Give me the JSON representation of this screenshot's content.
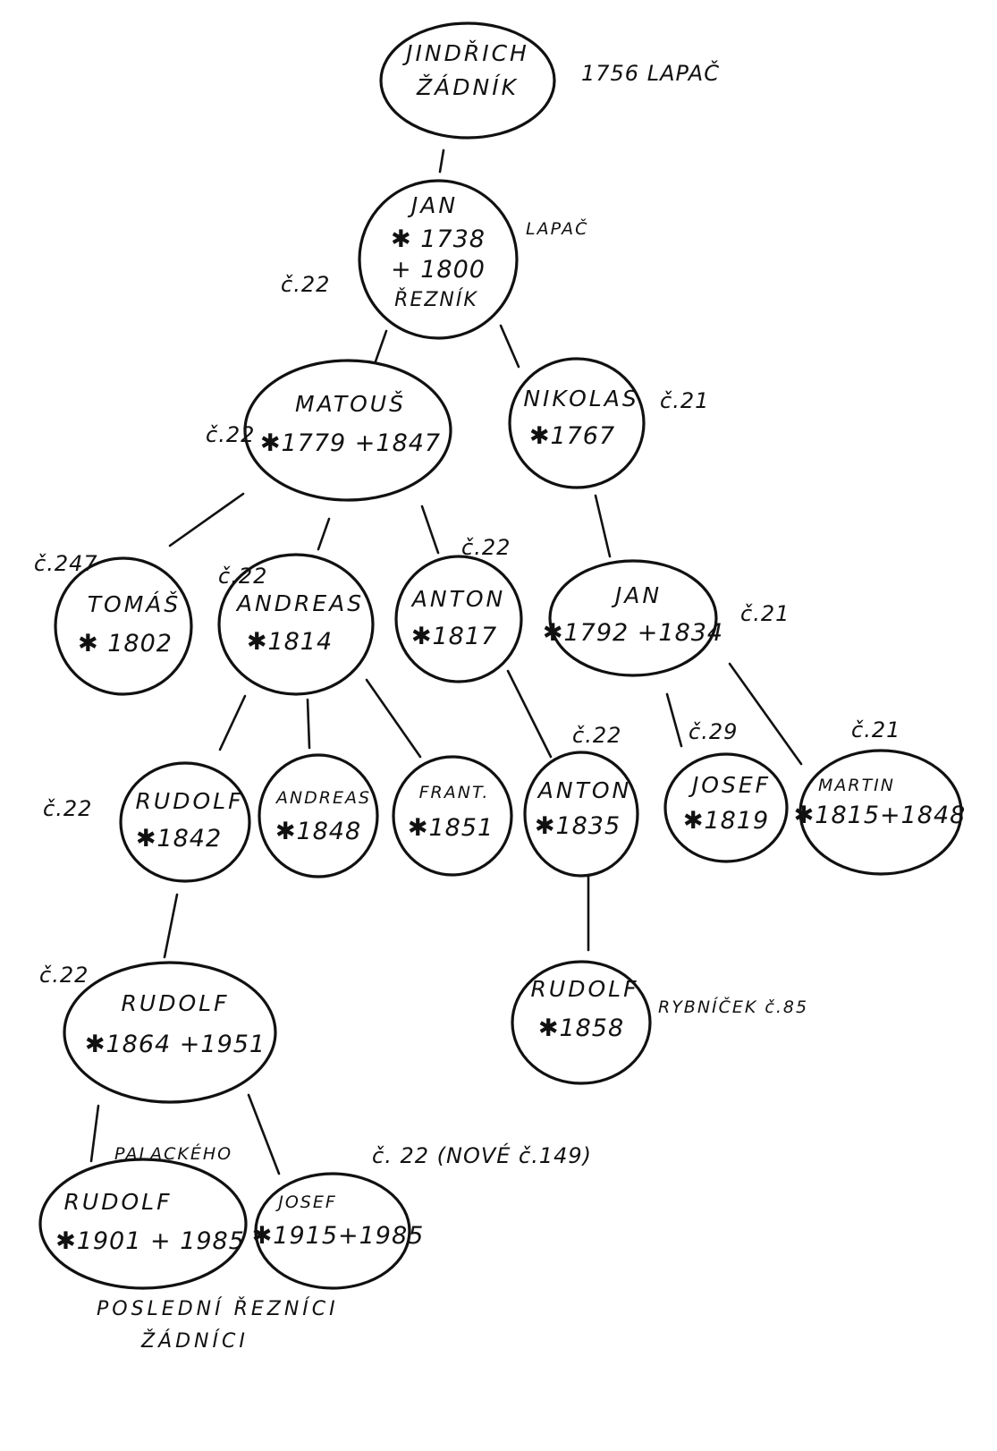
{
  "nodes": {
    "jindrich": {
      "line1": "JINDŘICH",
      "line2": "ŽÁDNÍK"
    },
    "jan1": {
      "name": "JAN",
      "born": "✱ 1738",
      "died": "+ 1800",
      "occupation": "ŘEZNÍK"
    },
    "matous": {
      "name": "MATOUŠ",
      "dates": "✱1779 +1847"
    },
    "nikolas": {
      "name": "NIKOLAS",
      "dates": "✱1767"
    },
    "tomas": {
      "name": "TOMÁŠ",
      "dates": "✱ 1802"
    },
    "andreas1": {
      "name": "ANDREAS",
      "dates": "✱1814"
    },
    "anton1": {
      "name": "ANTON",
      "dates": "✱1817"
    },
    "jan2": {
      "name": "JAN",
      "dates": "✱1792 +1834"
    },
    "rudolf1": {
      "name": "RUDOLF",
      "dates": "✱1842"
    },
    "andreas2": {
      "name": "ANDREAS",
      "dates": "✱1848"
    },
    "frant": {
      "name": "FRANT.",
      "dates": "✱1851"
    },
    "anton2": {
      "name": "ANTON",
      "dates": "✱1835"
    },
    "josef1": {
      "name": "JOSEF",
      "dates": "✱1819"
    },
    "martin": {
      "name": "MARTIN",
      "dates": "✱1815+1848"
    },
    "rudolf2": {
      "name": "RUDOLF",
      "dates": "✱1864 +1951"
    },
    "rudolf3": {
      "name": "RUDOLF",
      "dates": "✱1858"
    },
    "rudolf4": {
      "name": "RUDOLF",
      "dates": "✱1901 + 1985"
    },
    "josef2": {
      "name": "JOSEF",
      "dates": "✱1915+1985"
    }
  },
  "annotations": {
    "jindrich_note": "1756 LAPAČ",
    "jan1_place": "LAPAČ",
    "jan1_house": "č.22",
    "matous_house": "č.22",
    "nikolas_house": "č.21",
    "tomas_house": "č.247",
    "andreas1_house": "č.22",
    "anton1_house": "č.22",
    "jan2_house": "č.21",
    "rudolf1_house": "č.22",
    "anton2_house": "č.22",
    "josef1_house": "č.29",
    "martin_house": "č.21",
    "rudolf2_house": "č.22",
    "rudolf3_place": "RYBNÍČEK č.85",
    "rudolf4_street": "PALACKÉHO",
    "josef2_house": "č. 22 (NOVÉ č.149)"
  },
  "footer": {
    "line1": "POSLEDNÍ ŘEZNÍCI",
    "line2": "ŽÁDNÍCI"
  }
}
